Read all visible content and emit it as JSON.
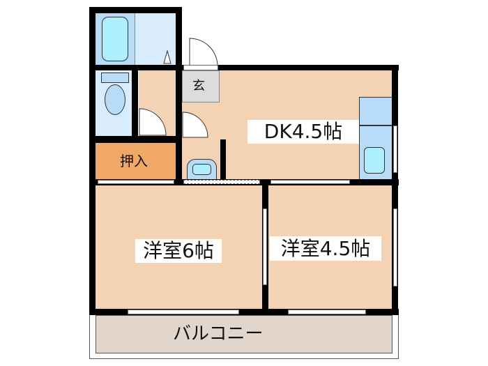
{
  "plan": {
    "colors": {
      "wall": "#000000",
      "floor": "#f4d3b4",
      "wet_area": "#d8ecfb",
      "fixture": "#b8dcf7",
      "fixture_inner": "#aeefff",
      "closet": "#f0a868",
      "entrance": "#dcdcdc",
      "balcony": "#e2d6cc"
    },
    "rooms": {
      "dk": {
        "label": "DK4.5帖"
      },
      "western_6": {
        "label": "洋室6帖"
      },
      "western_45": {
        "label": "洋室4.5帖"
      },
      "closet": {
        "label": "押入"
      },
      "entrance": {
        "label": "玄"
      },
      "balcony": {
        "label": "バルコニー"
      }
    }
  }
}
